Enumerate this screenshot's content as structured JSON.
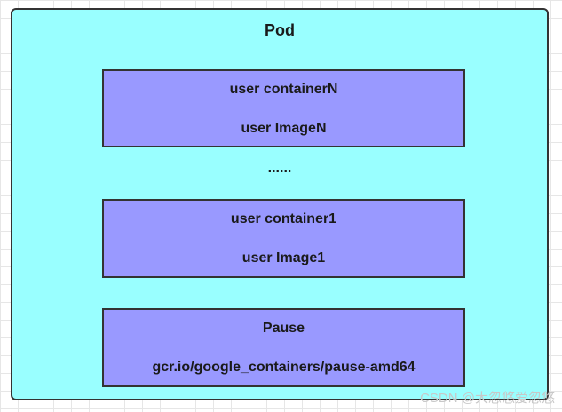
{
  "pod": {
    "title": "Pod",
    "containers": [
      {
        "line1": "user containerN",
        "line2": "user ImageN"
      },
      {
        "line1": "user container1",
        "line2": "user Image1"
      },
      {
        "line1": "Pause",
        "line2": "gcr.io/google_containers/pause-amd64"
      }
    ],
    "ellipsis": "......"
  },
  "watermark": "CSDN @大忽悠爱忽悠",
  "colors": {
    "pod_fill": "#99ffff",
    "container_fill": "#9999ff",
    "border": "#333333"
  }
}
